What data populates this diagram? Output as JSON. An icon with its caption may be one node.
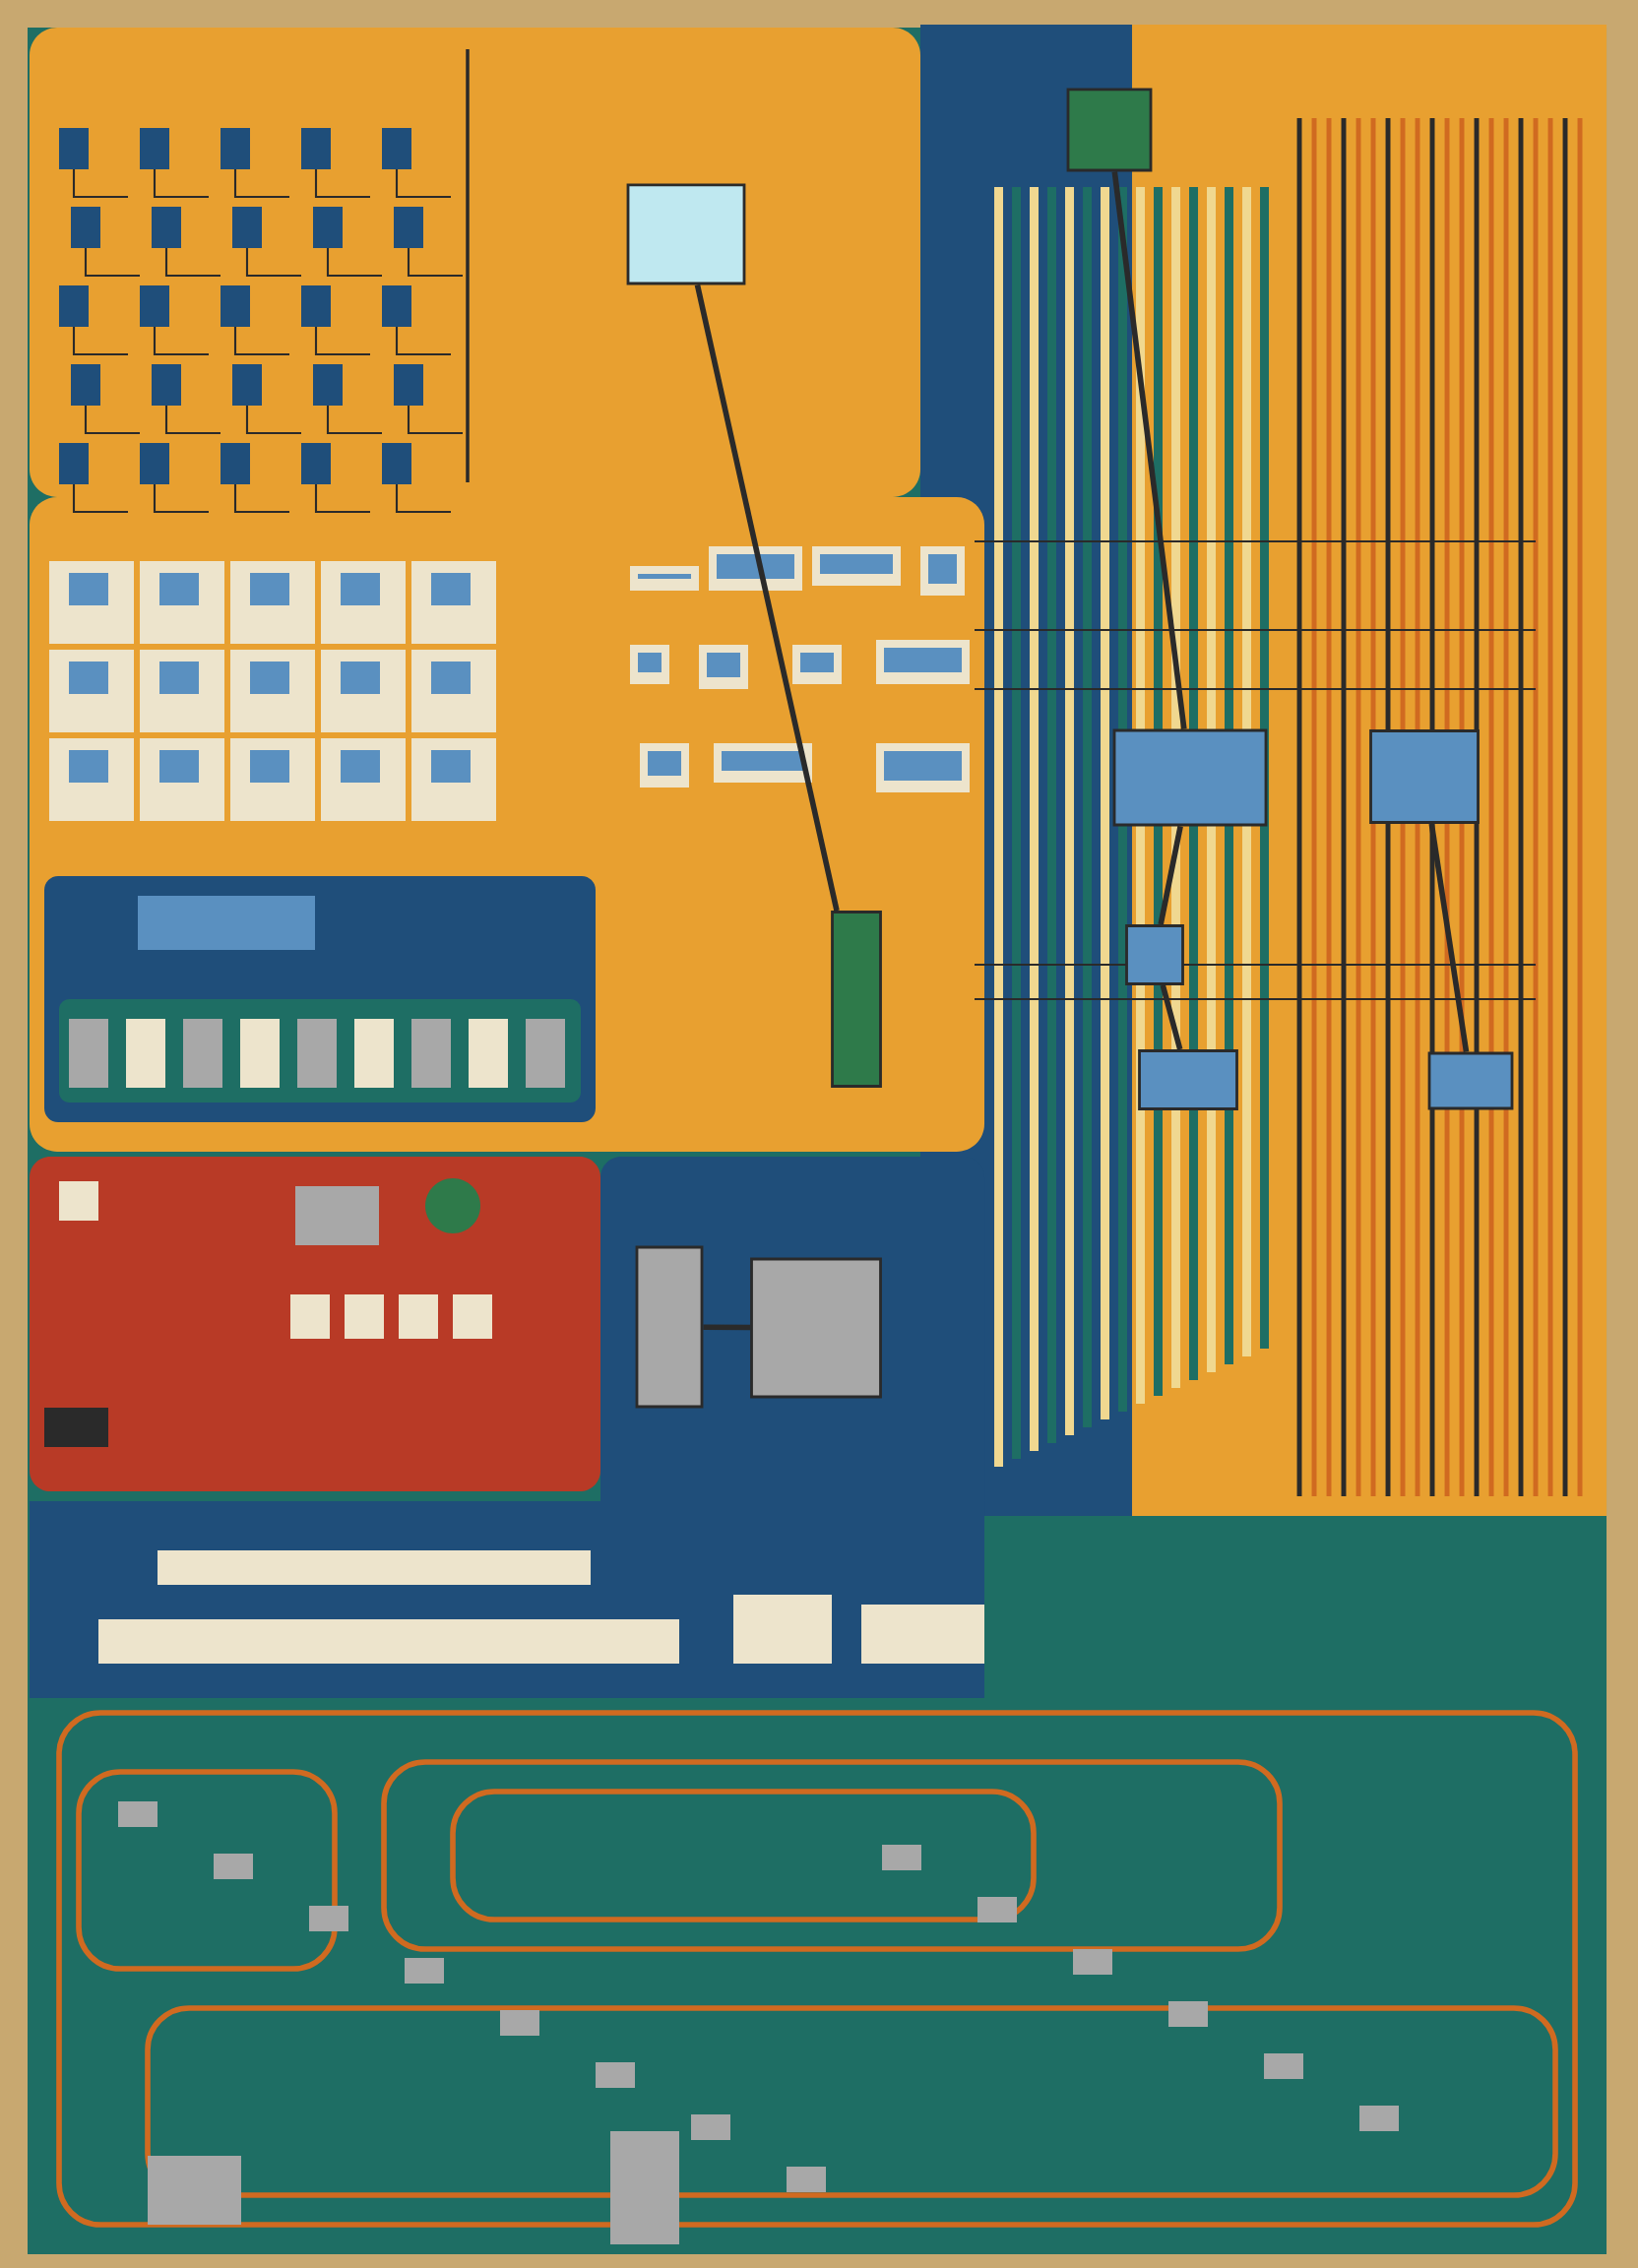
{
  "diagram": {
    "nodes": [
      {
        "text": [],
        "shape": "box"
      },
      {
        "text": [],
        "shape": "box"
      },
      {
        "text": [],
        "shape": "box"
      },
      {
        "text": [],
        "shape": "box"
      },
      {
        "text": [],
        "shape": "box"
      },
      {
        "text": [],
        "shape": "box"
      },
      {
        "text": [],
        "shape": "box"
      },
      {
        "text": [],
        "shape": "box"
      },
      {
        "text": [],
        "shape": "box"
      },
      {
        "text": [],
        "shape": "box"
      }
    ],
    "edges": [
      {
        "from": 8,
        "to": 0,
        "arrow": "none"
      },
      {
        "from": 0,
        "to": 2,
        "arrow": "none"
      },
      {
        "from": 2,
        "to": 3,
        "arrow": "none"
      },
      {
        "from": 1,
        "to": 4,
        "arrow": "none"
      },
      {
        "from": 5,
        "to": 6,
        "arrow": "none"
      },
      {
        "from": 7,
        "to": 9,
        "arrow": "none"
      }
    ]
  }
}
